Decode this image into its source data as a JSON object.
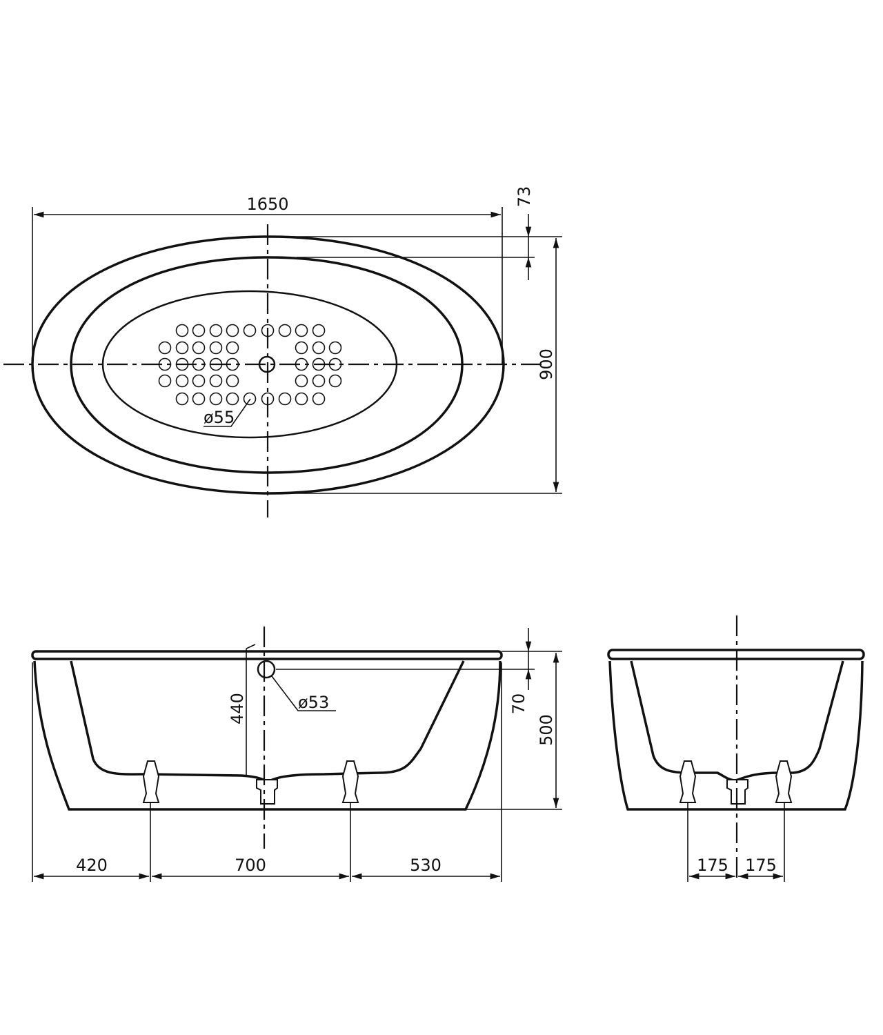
{
  "top_view": {
    "length_label": "1650",
    "width_label": "900",
    "rim_label": "73",
    "jet_label": "ø55"
  },
  "side_view": {
    "depth_label": "500",
    "overflow_height_label": "440",
    "overflow_offset_label": "70",
    "overflow_label": "ø53",
    "segments": [
      "420",
      "700",
      "530"
    ]
  },
  "end_view": {
    "segments": [
      "175",
      "175"
    ]
  }
}
